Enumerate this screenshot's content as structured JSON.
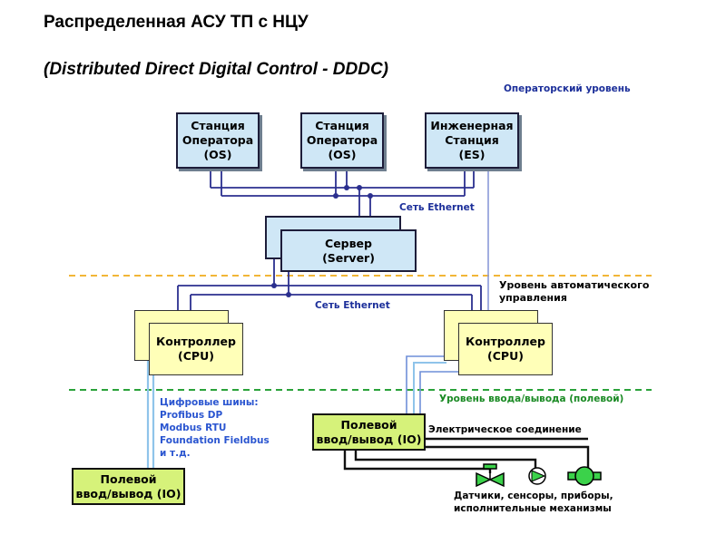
{
  "title": {
    "line1": "Распределенная АСУ ТП с НЦУ",
    "line2": "(Distributed Direct Digital Control - DDDC)"
  },
  "levels": {
    "operator": "Операторский уровень",
    "automation_line1": "Уровень автоматического",
    "automation_line2": "управления",
    "field": "Уровень ввода/вывода (полевой)"
  },
  "stations": [
    {
      "line1": "Станция",
      "line2": "Оператора",
      "line3": "(OS)"
    },
    {
      "line1": "Станция",
      "line2": "Оператора",
      "line3": "(OS)"
    },
    {
      "line1": "Инженерная",
      "line2": "Станция",
      "line3": "(ES)"
    }
  ],
  "network": {
    "ethernet_top": "Сеть Ethernet",
    "ethernet_mid": "Сеть Ethernet"
  },
  "server": {
    "line1": "Сервер",
    "line2": "(Server)"
  },
  "controllers": [
    {
      "line1": "Контроллер",
      "line2": "(CPU)"
    },
    {
      "line1": "Контроллер",
      "line2": "(CPU)"
    }
  ],
  "fieldbus": {
    "heading": "Цифровые шины:",
    "items": [
      "Profibus DP",
      "Modbus RTU",
      "Foundation Fieldbus",
      "и т.д."
    ]
  },
  "field_io": {
    "line1": "Полевой",
    "line2": "ввод/вывод (IO)"
  },
  "electrical_connection": "Электрическое соединение",
  "devices": {
    "line1": "Датчики, сенсоры, приборы,",
    "line2": "исполнительные механизмы"
  },
  "colors": {
    "station_fill": "#cfe7f6",
    "controller_fill": "#ffffb8",
    "io_fill": "#d6f27a",
    "level_line_operator": "#f2b637",
    "level_line_field": "#2aa23a",
    "network_line": "#2b2f8f",
    "fieldbus_line": "#8fc4ea"
  }
}
